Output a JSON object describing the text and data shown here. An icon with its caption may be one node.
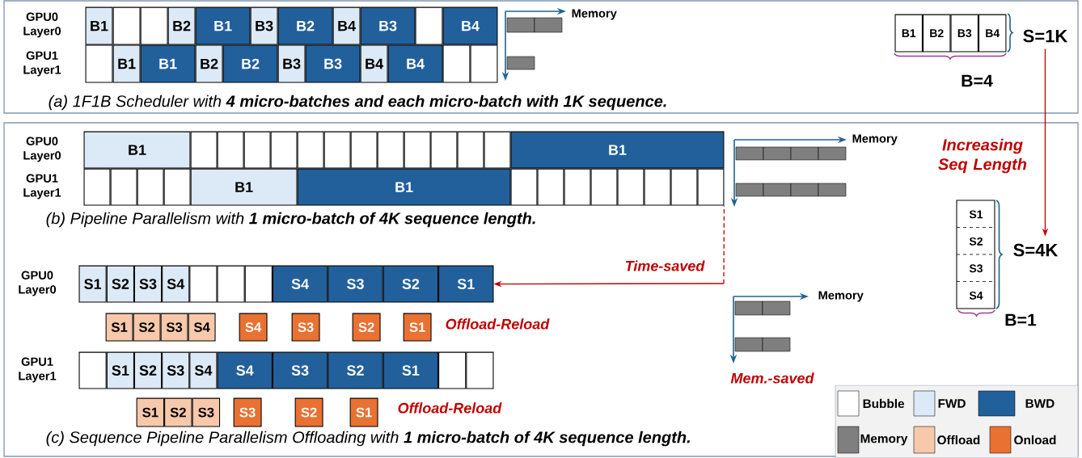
{
  "diagram": {
    "nodes": [
      {
        "text": [
          "B1"
        ]
      },
      {
        "text": [],
        "shape": "box"
      },
      {
        "text": [],
        "shape": "box"
      },
      {
        "text": [
          "B2"
        ]
      },
      {
        "text": [
          "B1"
        ]
      },
      {
        "text": [
          "B3"
        ]
      },
      {
        "text": [
          "B2"
        ]
      },
      {
        "text": [
          "B4"
        ]
      },
      {
        "text": [
          "B3"
        ]
      },
      {
        "text": [],
        "shape": "box"
      },
      {
        "text": [
          "B4"
        ]
      },
      {
        "text": [],
        "shape": "box"
      },
      {
        "text": [
          "B1"
        ]
      },
      {
        "text": [
          "B1"
        ]
      },
      {
        "text": [
          "B2"
        ]
      },
      {
        "text": [
          "B2"
        ]
      },
      {
        "text": [
          "B3"
        ]
      },
      {
        "text": [
          "B3"
        ]
      },
      {
        "text": [
          "B4"
        ]
      },
      {
        "text": [
          "B4"
        ]
      },
      {
        "text": [],
        "shape": "box"
      },
      {
        "text": [],
        "shape": "box"
      },
      {
        "text": [
          "B1"
        ]
      },
      {
        "text": [
          "B2"
        ]
      },
      {
        "text": [
          "B3"
        ]
      },
      {
        "text": [
          "B4"
        ]
      },
      {
        "text": [
          "S=1K"
        ]
      },
      {
        "text": [
          "B1"
        ]
      },
      {
        "text": [],
        "shape": "box"
      },
      {
        "text": [],
        "shape": "box"
      },
      {
        "text": [],
        "shape": "box"
      },
      {
        "text": [],
        "shape": "box"
      },
      {
        "text": [],
        "shape": "box"
      },
      {
        "text": [],
        "shape": "box"
      },
      {
        "text": [],
        "shape": "box"
      },
      {
        "text": [],
        "shape": "box"
      },
      {
        "text": [],
        "shape": "box"
      },
      {
        "text": [],
        "shape": "box"
      },
      {
        "text": [],
        "shape": "box"
      },
      {
        "text": [],
        "shape": "box"
      },
      {
        "text": [
          "B1"
        ]
      },
      {
        "text": [],
        "shape": "box"
      },
      {
        "text": [],
        "shape": "box"
      },
      {
        "text": [],
        "shape": "box"
      },
      {
        "text": [],
        "shape": "box"
      },
      {
        "text": [
          "B1"
        ]
      },
      {
        "text": [
          "B1"
        ]
      },
      {
        "text": [],
        "shape": "box"
      },
      {
        "text": [],
        "shape": "box"
      },
      {
        "text": [],
        "shape": "box"
      },
      {
        "text": [],
        "shape": "box"
      },
      {
        "text": [],
        "shape": "box"
      },
      {
        "text": [],
        "shape": "box"
      },
      {
        "text": [],
        "shape": "box"
      },
      {
        "text": [],
        "shape": "box"
      },
      {
        "text": [
          "S1"
        ]
      },
      {
        "text": [
          "S2"
        ]
      },
      {
        "text": [
          "S3"
        ]
      },
      {
        "text": [
          "S4"
        ]
      },
      {
        "text": [
          "S=4K"
        ]
      },
      {
        "text": [
          "S1"
        ]
      },
      {
        "text": [
          "S2"
        ]
      },
      {
        "text": [
          "S3"
        ]
      },
      {
        "text": [
          "S4"
        ]
      },
      {
        "text": [],
        "shape": "box"
      },
      {
        "text": [],
        "shape": "box"
      },
      {
        "text": [],
        "shape": "box"
      },
      {
        "text": [
          "S4"
        ]
      },
      {
        "text": [
          "S3"
        ]
      },
      {
        "text": [
          "S2"
        ]
      },
      {
        "text": [
          "S1"
        ]
      },
      {
        "text": [
          "S1"
        ]
      },
      {
        "text": [
          "S2"
        ]
      },
      {
        "text": [
          "S3"
        ]
      },
      {
        "text": [
          "S4"
        ]
      },
      {
        "text": [
          "S4"
        ]
      },
      {
        "text": [
          "S3"
        ]
      },
      {
        "text": [
          "S2"
        ]
      },
      {
        "text": [
          "S1"
        ]
      },
      {
        "text": [],
        "shape": "box"
      },
      {
        "text": [
          "S1"
        ]
      },
      {
        "text": [
          "S2"
        ]
      },
      {
        "text": [
          "S3"
        ]
      },
      {
        "text": [
          "S4"
        ]
      },
      {
        "text": [
          "S4"
        ]
      },
      {
        "text": [
          "S3"
        ]
      },
      {
        "text": [
          "S2"
        ]
      },
      {
        "text": [
          "S1"
        ]
      },
      {
        "text": [],
        "shape": "box"
      },
      {
        "text": [],
        "shape": "box"
      },
      {
        "text": [
          "S1"
        ]
      },
      {
        "text": [
          "S2"
        ]
      },
      {
        "text": [
          "S3"
        ]
      },
      {
        "text": [
          "S3"
        ]
      },
      {
        "text": [
          "S2"
        ]
      },
      {
        "text": [
          "S1"
        ]
      }
    ],
    "edges": [
      {
        "from": 26,
        "to": 59,
        "arrow": "to",
        "label": "Increasing Seq Length"
      },
      {
        "from": 54,
        "to": 70,
        "arrow": "to",
        "label": "Time-saved"
      }
    ],
    "labels": [
      "GPU0 Layer0",
      "Memory",
      "GPU1 Layer1",
      "B=4",
      "(a) 1F1B Scheduler with **4 micro-batches and each micro-batch with 1K sequence.**",
      "GPU0 Layer0",
      "Memory",
      "GPU1 Layer1",
      "(b) Pipeline Parallelism with **1 micro-batch of 4K sequence length.**",
      "B=1",
      "GPU0 Layer0",
      "Memory",
      "Offload-Reload",
      "GPU1 Layer1",
      "Mem.-saved",
      "Offload-Reload",
      "(c) Sequence Pipeline Parallelism Offloading with **1 micro-batch of 4K sequence length.**"
    ],
    "legend": [
      {
        "text": "Bubble",
        "color": "#ffffff"
      },
      {
        "text": "FWD",
        "color": "#dce9f6"
      },
      {
        "text": "BWD",
        "color": "#22609c"
      },
      {
        "text": "Memory",
        "color": "#7f7f7f"
      },
      {
        "text": "Offload",
        "color": "#f7c8aa"
      },
      {
        "text": "Onload",
        "color": "#e97132"
      }
    ]
  }
}
